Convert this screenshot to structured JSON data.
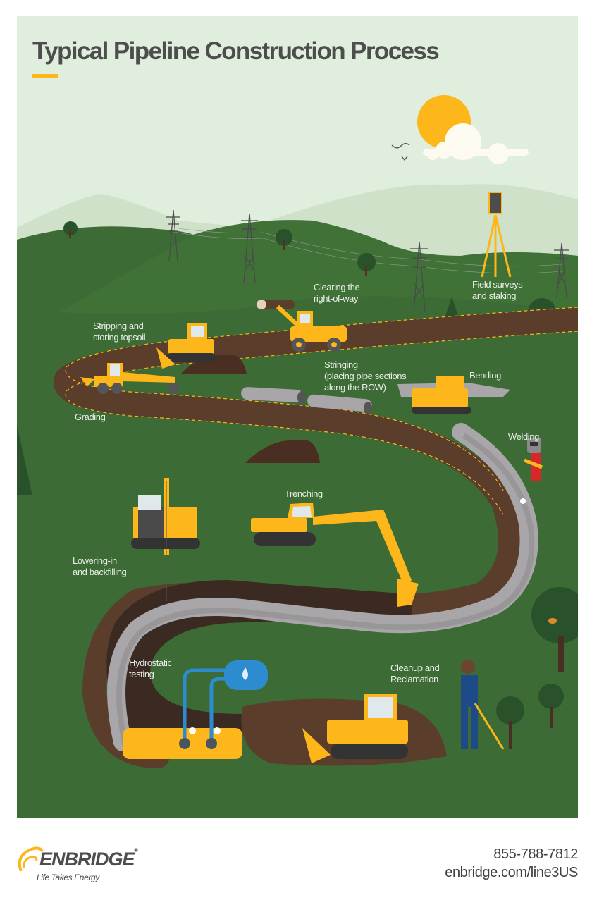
{
  "title": "Typical Pipeline Construction Process",
  "colors": {
    "sky": "#e0eedd",
    "grass": "#3c6b35",
    "hills_light": "#cfe2c9",
    "dirt": "#5a3d2b",
    "trench": "#3a2a22",
    "pipe": "#a8a6a8",
    "machine_yellow": "#fdb71a",
    "accent_bar": "#fdb71a",
    "water_blue": "#2d8ccf",
    "label_text": "#e9efe6",
    "title_text": "#4d4d4d"
  },
  "steps": [
    {
      "id": "field-surveys",
      "label_line1": "Field surveys",
      "label_line2": "and staking"
    },
    {
      "id": "clearing",
      "label_line1": "Clearing the",
      "label_line2": "right-of-way"
    },
    {
      "id": "stripping",
      "label_line1": "Stripping and",
      "label_line2": "storing topsoil"
    },
    {
      "id": "grading",
      "label_line1": "Grading"
    },
    {
      "id": "stringing",
      "label_line1": "Stringing",
      "label_line2": "(placing pipe sections",
      "label_line3": "along the ROW)"
    },
    {
      "id": "bending",
      "label_line1": "Bending"
    },
    {
      "id": "welding",
      "label_line1": "Welding"
    },
    {
      "id": "trenching",
      "label_line1": "Trenching"
    },
    {
      "id": "lowering-in",
      "label_line1": "Lowering-in",
      "label_line2": "and backfilling"
    },
    {
      "id": "hydrostatic",
      "label_line1": "Hydrostatic",
      "label_line2": "testing"
    },
    {
      "id": "cleanup",
      "label_line1": "Cleanup and",
      "label_line2": "Reclamation"
    }
  ],
  "footer": {
    "brand": "ENBRIDGE",
    "registered": "®",
    "tagline": "Life Takes Energy",
    "phone": "855-788-7812",
    "url": "enbridge.com/line3US"
  }
}
